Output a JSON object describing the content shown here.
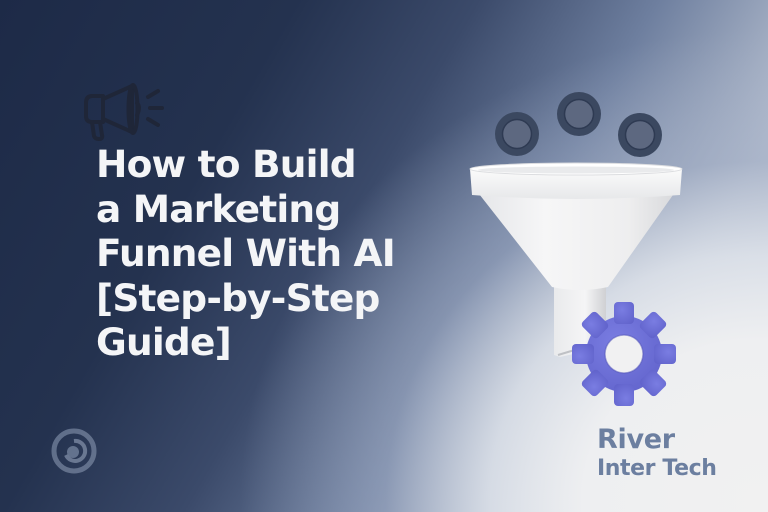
{
  "headline": {
    "lines": [
      "How to Build",
      "a Marketing",
      "Funnel With AI",
      "[Step-by-Step",
      "Guide]"
    ],
    "color": "#f4f5f7"
  },
  "brand": {
    "line1": "River",
    "line2": "Inter Tech",
    "color": "#6c7fa0"
  },
  "icons": {
    "megaphone": "megaphone-icon",
    "swirl_logo": "swirl-logo-icon",
    "coins": [
      "coin-icon",
      "coin-icon",
      "coin-icon"
    ],
    "funnel": "funnel-icon",
    "gear": "gear-icon"
  },
  "colors": {
    "background_dark": "#1d2a47",
    "background_light": "#f1f1f1",
    "coin_ring": "#3b4860",
    "coin_face": "#5d6880",
    "gear": "#6f71d8",
    "funnel": "#f3f3f4"
  }
}
